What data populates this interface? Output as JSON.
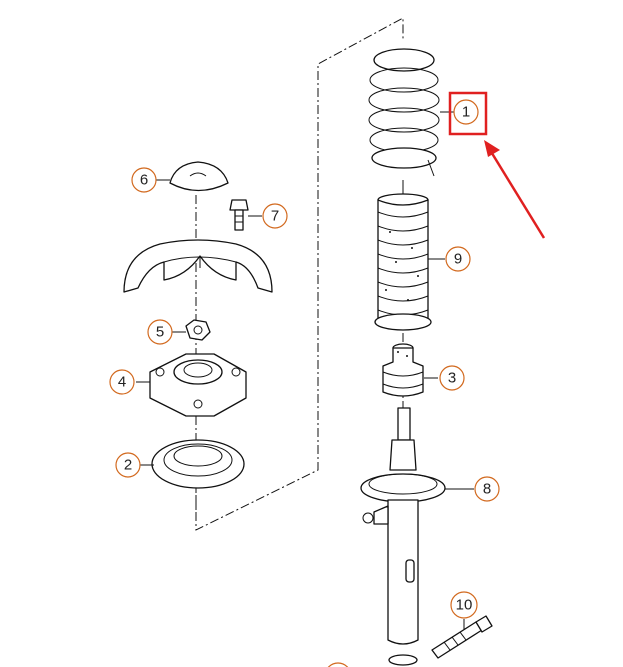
{
  "callouts": [
    {
      "id": "1",
      "label": "1"
    },
    {
      "id": "2",
      "label": "2"
    },
    {
      "id": "3",
      "label": "3"
    },
    {
      "id": "4",
      "label": "4"
    },
    {
      "id": "5",
      "label": "5"
    },
    {
      "id": "6",
      "label": "6"
    },
    {
      "id": "7",
      "label": "7"
    },
    {
      "id": "8",
      "label": "8"
    },
    {
      "id": "9",
      "label": "9"
    },
    {
      "id": "10",
      "label": "10"
    }
  ],
  "highlight": {
    "target": "1",
    "box_color": "#e02020",
    "arrow_color": "#e02020"
  },
  "colors": {
    "line": "#111111",
    "callout_ring": "#d2691e",
    "background": "#ffffff"
  }
}
